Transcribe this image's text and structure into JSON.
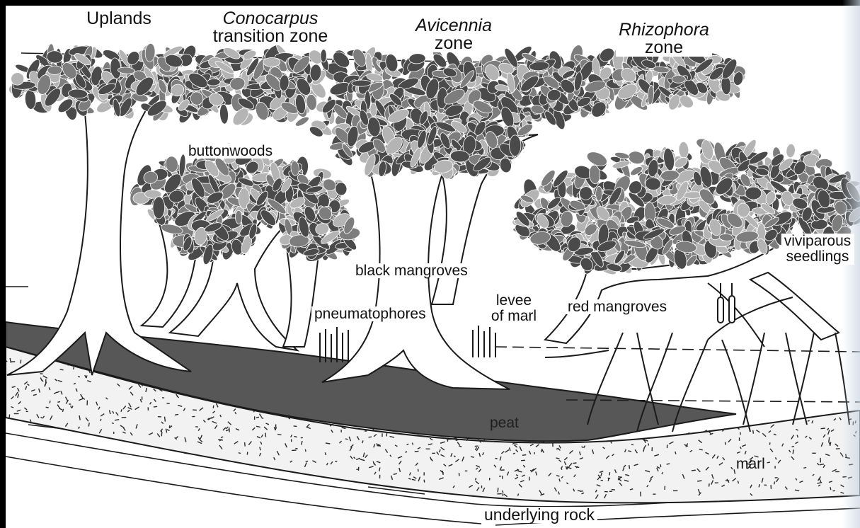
{
  "zones": [
    {
      "genus": "",
      "line": "Uplands"
    },
    {
      "genus": "Conocarpus",
      "line": "transition zone"
    },
    {
      "genus": "Avicennia",
      "line": "zone"
    },
    {
      "genus": "Rhizophora",
      "line": "zone"
    }
  ],
  "labels": {
    "buttonwoods": "buttonwoods",
    "black_mangroves": "black mangroves",
    "pneumatophores": "pneumatophores",
    "levee_line1": "levee",
    "levee_line2": "of marl",
    "red_mangroves": "red mangroves",
    "viviparous_line1": "viviparous",
    "viviparous_line2": "seedlings",
    "peat": "peat",
    "marl": "marl",
    "underlying_rock": "underlying rock"
  },
  "colors": {
    "foliage_dark": "#4a4a4a",
    "foliage_mid": "#7d7d7d",
    "foliage_light": "#b4b4b4",
    "peat": "#575757",
    "marl": "#f2f2f2",
    "ink": "#1a1a1a"
  }
}
